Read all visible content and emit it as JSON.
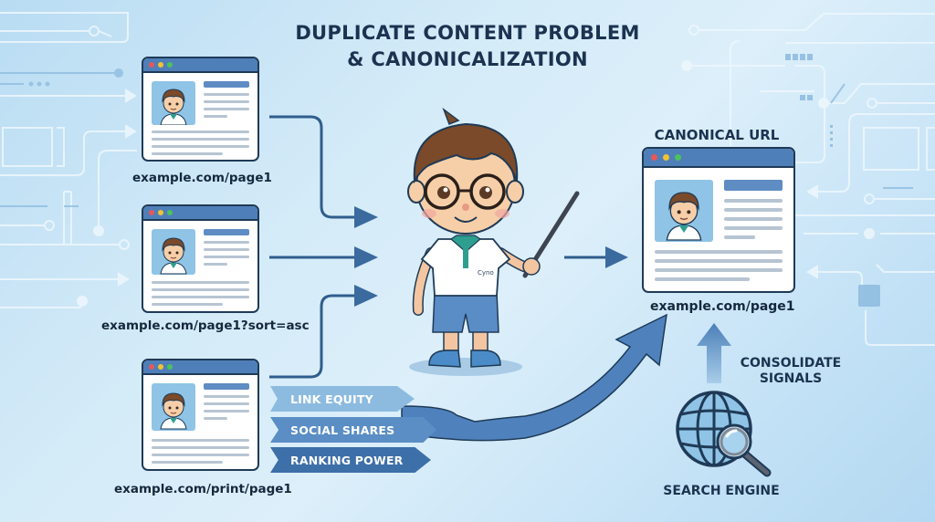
{
  "title": {
    "line1": "DUPLICATE CONTENT PROBLEM",
    "line2": "& CANONICALIZATION"
  },
  "duplicate_pages": [
    {
      "url": "example.com/page1"
    },
    {
      "url": "example.com/page1?sort=asc"
    },
    {
      "url": "example.com/print/page1"
    }
  ],
  "mascot": {
    "shirt_text": "Cyno",
    "holding": "pointer-stick"
  },
  "canonical": {
    "heading": "CANONICAL URL",
    "url": "example.com/page1"
  },
  "signals": [
    {
      "label": "LINK EQUITY",
      "color": "#8dbbe0"
    },
    {
      "label": "SOCIAL SHARES",
      "color": "#5a8ec5"
    },
    {
      "label": "RANKING POWER",
      "color": "#3d6fa8"
    }
  ],
  "consolidate": {
    "line1": "CONSOLIDATE",
    "line2": "SIGNALS"
  },
  "search_engine": {
    "label": "SEARCH ENGINE",
    "icon": "globe-magnifier-icon"
  },
  "colors": {
    "title": "#1b3350",
    "arrow": "#3a6a9e",
    "window_bar": "#4f7fb9",
    "window_border": "#1f3a56",
    "dot_red": "#e8575a",
    "dot_yellow": "#f1c232",
    "dot_green": "#4cc25e"
  }
}
